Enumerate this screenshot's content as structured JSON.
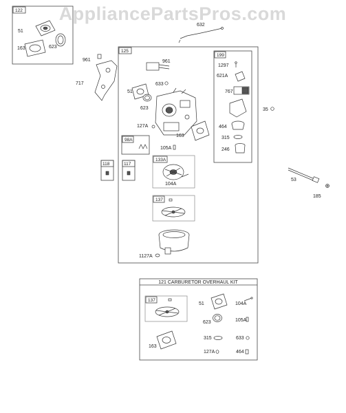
{
  "watermark": "AppliancePartsPros.com",
  "kit": {
    "title": "121 CARBURETOR OVERHAUL KIT"
  },
  "callouts": {
    "box122": "122",
    "p51a": "51",
    "p163a": "163",
    "p623a": "623",
    "p632": "632",
    "p961a": "961",
    "p717": "717",
    "box125": "125",
    "p961b": "961",
    "p633a": "633",
    "p51b": "51",
    "p623b": "623",
    "p127a1": "127A",
    "p163b": "163",
    "box199": "199",
    "p1297": "1297",
    "p621a": "621A",
    "p767": "767",
    "p464a": "464",
    "p315a": "315",
    "p246": "246",
    "p35": "35",
    "box98a": "98A",
    "p105a1": "105A",
    "box118": "118",
    "box117": "117",
    "box133a": "133A",
    "p104a1": "104A",
    "box137a": "137",
    "p1127a": "1127A",
    "p53": "53",
    "p185": "185",
    "box137b": "137",
    "p51c": "51",
    "p104a2": "104A",
    "p623c": "623",
    "p105a2": "105A",
    "p163c": "163",
    "p315b": "315",
    "p633b": "633",
    "p127a2": "127A",
    "p464b": "464"
  }
}
